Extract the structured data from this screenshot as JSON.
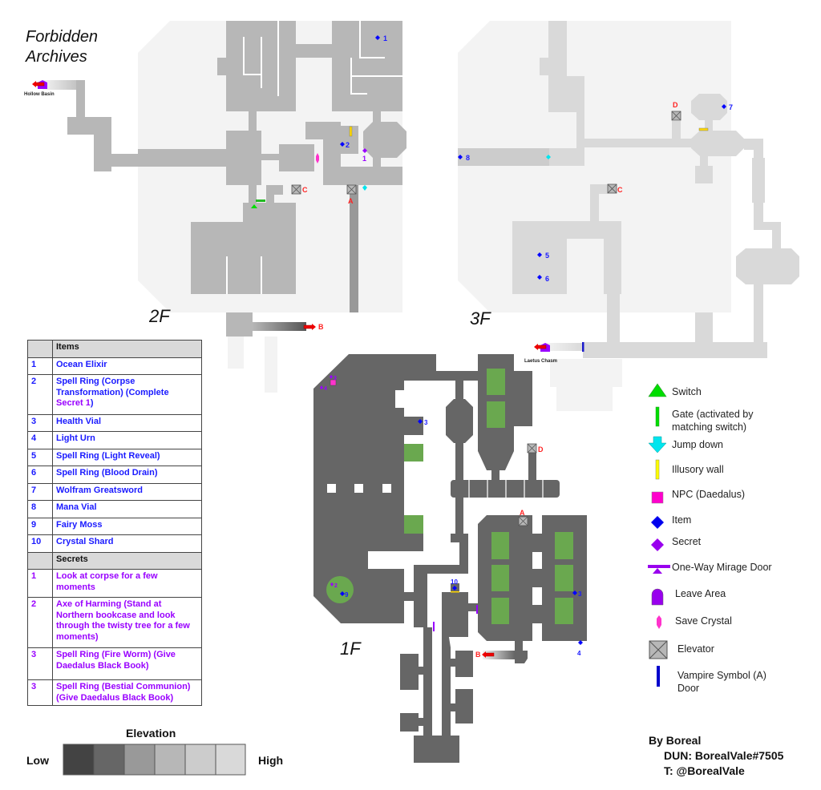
{
  "title": [
    "Forbidden",
    "Archives"
  ],
  "floors": {
    "f1": "1F",
    "f2": "2F",
    "f3": "3F"
  },
  "exits": {
    "hollow_basin": "Hollow Basin",
    "laetus_chasm": "Laetus Chasm"
  },
  "elevator_labels": {
    "a": "A",
    "b": "B",
    "c": "C",
    "d": "D"
  },
  "map_markers": {
    "f2": {
      "item1": "1",
      "item2": "2",
      "secret1": "1"
    },
    "f3": {
      "item5": "5",
      "item6": "6",
      "item7": "7",
      "item8": "8"
    },
    "f1": {
      "item3a": "3",
      "item3b": "3",
      "item4": "4",
      "item9": "9",
      "item10": "10",
      "secret2": "2",
      "secret3": "3",
      "secret4": "4"
    }
  },
  "table": {
    "items_header": "Items",
    "items": [
      {
        "n": "1",
        "text": "Ocean Elixir"
      },
      {
        "n": "2",
        "text": "Spell Ring (Corpse Transformation) (Complete ",
        "extra": "Secret 1",
        "tail": ")"
      },
      {
        "n": "3",
        "text": "Health Vial"
      },
      {
        "n": "4",
        "text": "Light Urn"
      },
      {
        "n": "5",
        "text": "Spell Ring (Light Reveal)"
      },
      {
        "n": "6",
        "text": "Spell Ring (Blood Drain)"
      },
      {
        "n": "7",
        "text": "Wolfram Greatsword"
      },
      {
        "n": "8",
        "text": "Mana Vial"
      },
      {
        "n": "9",
        "text": "Fairy Moss"
      },
      {
        "n": "10",
        "text": "Crystal Shard"
      }
    ],
    "secrets_header": "Secrets",
    "secrets": [
      {
        "n": "1",
        "text": "Look at corpse for a few moments"
      },
      {
        "n": "2",
        "text": "Axe of Harming (Stand at Northern bookcase and look through the twisty tree for a few moments)"
      },
      {
        "n": "3",
        "text": "Spell Ring (Fire Worm) (Give Daedalus Black Book)"
      },
      {
        "n": "3",
        "text": "Spell Ring (Bestial Communion) (Give Daedalus Black Book)"
      }
    ]
  },
  "legend": [
    {
      "icon": "switch-triangle",
      "label": "Switch"
    },
    {
      "icon": "gate-bar",
      "label": "Gate (activated by matching switch)"
    },
    {
      "icon": "jump-down-arrow",
      "label": "Jump down"
    },
    {
      "icon": "illusory-wall-bar",
      "label": "Illusory wall"
    },
    {
      "icon": "npc-square",
      "label": "NPC (Daedalus)"
    },
    {
      "icon": "item-diamond",
      "label": "Item"
    },
    {
      "icon": "secret-diamond",
      "label": "Secret"
    },
    {
      "icon": "mirage-door",
      "label": "One-Way Mirage Door"
    },
    {
      "icon": "leave-area-door",
      "label": "Leave Area"
    },
    {
      "icon": "save-crystal",
      "label": "Save Crystal"
    },
    {
      "icon": "elevator-box",
      "label": "Elevator"
    },
    {
      "icon": "vampire-door-bar",
      "label": "Vampire Symbol (A) Door"
    }
  ],
  "elevation": {
    "title": "Elevation",
    "low": "Low",
    "high": "High",
    "colors": [
      "#434343",
      "#666666",
      "#999999",
      "#b7b7b7",
      "#cccccc",
      "#d9d9d9"
    ]
  },
  "credit": {
    "line1": "By Boreal",
    "line2": "DUN: BorealVale#7505",
    "line3": "T: @BorealVale"
  },
  "colors": {
    "item": "#0000ff",
    "secret": "#9900ff",
    "elevator_label": "#ff0000",
    "garden": "#6aa84f",
    "floor1": "#666666",
    "floor2": "#b7b7b7",
    "floor3": "#d9d9d9",
    "background_floor": "#f3f3f3"
  }
}
